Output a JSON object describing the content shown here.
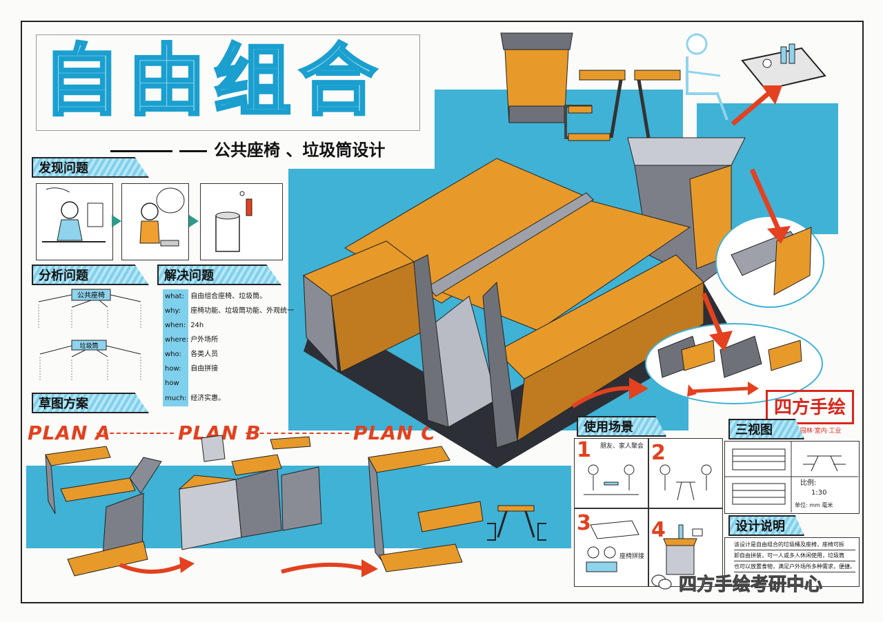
{
  "title": "自由组合",
  "subtitle": "公共座椅 、垃圾筒设计",
  "sections": {
    "discover": "发现问题",
    "analyze": "分析问题",
    "solve": "解决问题",
    "sketch": "草图方案",
    "scenes": "使用场景",
    "views": "三视图",
    "design_notes": "设计说明"
  },
  "analysis_center": "公共座椅",
  "analysis_center2": "垃圾筒",
  "solution_rows": [
    {
      "key": "what:",
      "value": "自由组合座椅、垃圾筒。"
    },
    {
      "key": "why:",
      "value": "座椅功能、垃圾筒功能、外观统一"
    },
    {
      "key": "when:",
      "value": "24h"
    },
    {
      "key": "where:",
      "value": "户外场所"
    },
    {
      "key": "who:",
      "value": "各类人员"
    },
    {
      "key": "how:",
      "value": "自由拼接"
    },
    {
      "key": "how much:",
      "value": "经济实惠。"
    }
  ],
  "plans": [
    "PLAN A",
    "PLAN B",
    "PLAN C"
  ],
  "scene_numbers": [
    "1",
    "2",
    "3",
    "4"
  ],
  "scene_captions": [
    "朋友、家人聚会",
    "座椅拼接"
  ],
  "three_view": {
    "scale_label": "比例:",
    "scale_value": "1:30",
    "unit": "单位: mm 毫米"
  },
  "design_text": [
    "该设计是自由组合的垃圾桶及座椅，座椅可拆",
    "卸自由拼装，可一人或多人休闲使用，垃圾筒",
    "也可以放置食物，满足户外场所多种需求，便捷。"
  ],
  "stamp": "四方手绘",
  "stamp_sub": "产品·规划·园林·室内·工业",
  "watermark": "四方手绘考研中心",
  "colors": {
    "accent_blue": "#3fb2d6",
    "wood": "#e79a2a",
    "metal": "#7d7f88",
    "red": "#e3411f"
  }
}
